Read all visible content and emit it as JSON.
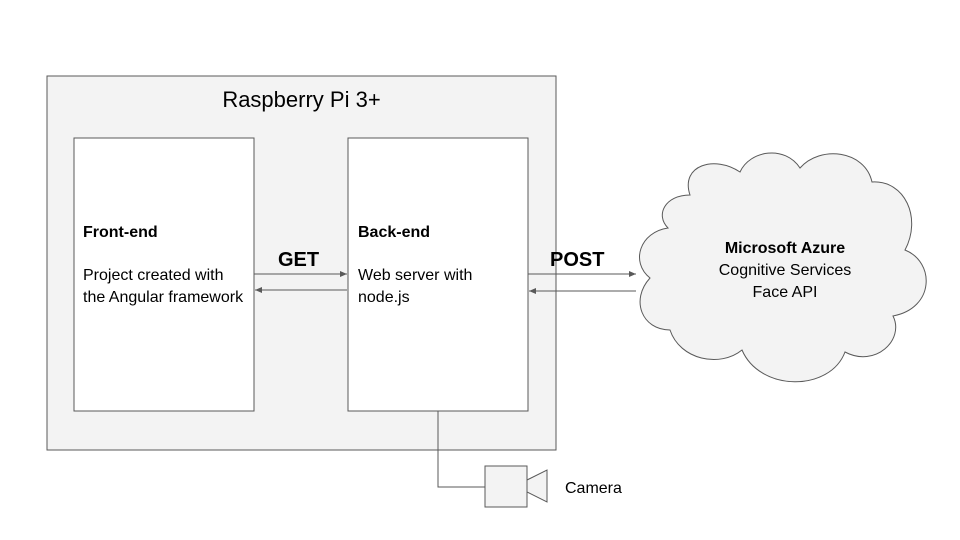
{
  "container": {
    "title": "Raspberry Pi 3+"
  },
  "frontend": {
    "title": "Front-end",
    "description": "Project created with the Angular framework"
  },
  "backend": {
    "title": "Back-end",
    "description": "Web server with node.js"
  },
  "connections": {
    "get_label": "GET",
    "post_label": "POST"
  },
  "cloud": {
    "title": "Microsoft Azure",
    "line1": "Cognitive Services",
    "line2": "Face API"
  },
  "camera": {
    "label": "Camera"
  },
  "colors": {
    "container_fill": "#f3f3f3",
    "box_fill": "#ffffff",
    "stroke": "#595959",
    "arrow": "#595959",
    "camera_fill": "#f3f3f3",
    "cloud_fill": "#f3f3f3"
  }
}
